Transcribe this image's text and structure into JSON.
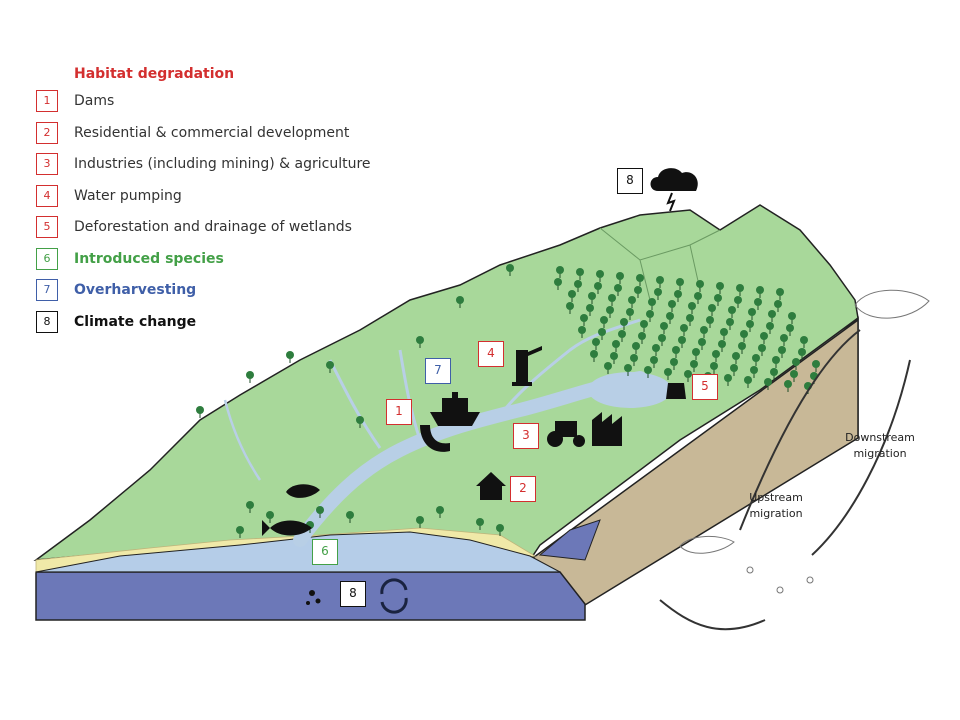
{
  "legend": {
    "title": "Habitat degradation",
    "title_color": "#d32f2f",
    "items": [
      {
        "num": "1",
        "label": "Dams",
        "color": "#d32f2f",
        "text_color": "#333333",
        "bold": false
      },
      {
        "num": "2",
        "label": "Residential & commercial development",
        "color": "#d32f2f",
        "text_color": "#333333",
        "bold": false
      },
      {
        "num": "3",
        "label": "Industries (including mining)  & agriculture",
        "color": "#d32f2f",
        "text_color": "#333333",
        "bold": false
      },
      {
        "num": "4",
        "label": "Water pumping",
        "color": "#d32f2f",
        "text_color": "#333333",
        "bold": false
      },
      {
        "num": "5",
        "label": "Deforestation and drainage of wetlands",
        "color": "#d32f2f",
        "text_color": "#333333",
        "bold": false
      },
      {
        "num": "6",
        "label": "Introduced species",
        "color": "#43a047",
        "text_color": "#43a047",
        "bold": true
      },
      {
        "num": "7",
        "label": "Overharvesting",
        "color": "#3f5fa8",
        "text_color": "#3f5fa8",
        "bold": true
      },
      {
        "num": "8",
        "label": "Climate change",
        "color": "#111111",
        "text_color": "#111111",
        "bold": true
      }
    ]
  },
  "map_markers": [
    {
      "num": "1",
      "color": "#d32f2f",
      "icon": "dam-icon"
    },
    {
      "num": "2",
      "color": "#d32f2f",
      "icon": "house-icon"
    },
    {
      "num": "3",
      "color": "#d32f2f",
      "icon": "tractor-factory-icon"
    },
    {
      "num": "4",
      "color": "#d32f2f",
      "icon": "water-pump-icon"
    },
    {
      "num": "5",
      "color": "#d32f2f",
      "icon": "tree-stump-icon"
    },
    {
      "num": "6",
      "color": "#43a047",
      "icon": "fish-shrimp-icon"
    },
    {
      "num": "7",
      "color": "#3f5fa8",
      "icon": "boat-icon"
    },
    {
      "num": "8",
      "color": "#111111",
      "icon": "storm-cloud-icon"
    },
    {
      "num": "8",
      "color": "#111111",
      "icon": "ocean-cycle-icon"
    }
  ],
  "migration": {
    "downstream_line1": "Downstream",
    "downstream_line2": "migration",
    "upstream_line1": "Upstream",
    "upstream_line2": "migration"
  },
  "colors": {
    "land": "#a8d89a",
    "soil": "#c8b897",
    "river": "#b8cfe6",
    "ocean_top": "#b5cde8",
    "ocean_side": "#6c78b8",
    "beach": "#f0e9a8",
    "tree": "#2e7d3e"
  }
}
